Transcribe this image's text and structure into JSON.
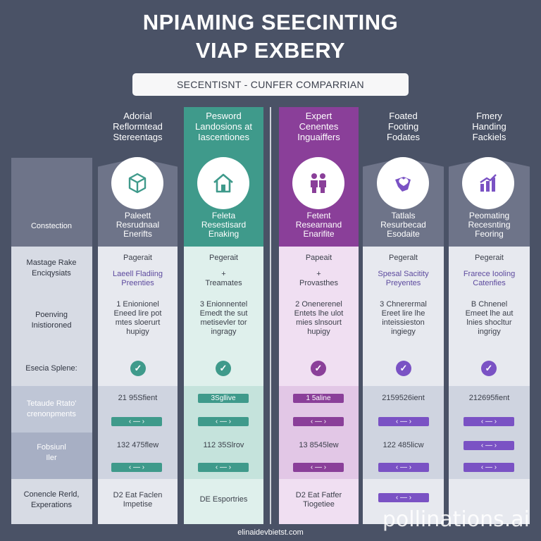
{
  "title_line1": "NPIAMING SEECINTING",
  "title_line2": "VIAP EXBERY",
  "subtitle": "SECENTISNT - CUNFER COMPARRIAN",
  "row_labels": [
    "Constection",
    "Mastage Rake\nEnciqysiats",
    "Poenving\nInistioroned",
    "Esecia Splene:",
    "Tetaude Rtato'\ncrenonpments",
    "Fobsiunl\nIler",
    "Conencle Rerld,\nExperations"
  ],
  "columns": [
    {
      "header": "Adorial\nReflormtead\nStereentags",
      "icon": "box-icon",
      "mid": "Paleett\nResrudnaal\nEnerifts",
      "r1a": "Pagerait",
      "r1b": "Laeell Fladiing\nPreenties",
      "r2": "1 Enionionel\nEneed lire pot\nmtes sloerurt\nhupigy",
      "pill1": "21 95Sfient",
      "pill2": "132 475flew",
      "last": "D2 Eat Faclen\nImpetise"
    },
    {
      "header": "Pesword\nLandosions at\nIascentiones",
      "icon": "house-icon",
      "mid": "Feleta\nResestisard\nEnaking",
      "r1a": "Pegerait",
      "r1b": "+\nTreamates",
      "r2": "3 Enionnentel\nEmedt the sut\nmetisevler tor\ningragy",
      "pill1": "3Sgllive",
      "pill2": "112 35Slrov",
      "last": "DE Esportries"
    },
    {
      "header": "Expert\nCenentes\nInguaiffers",
      "icon": "people-icon",
      "mid": "Fetent\nResearnand\nEnarifite",
      "r1a": "Papeait",
      "r1b": "+\nProvasthes",
      "r2": "2 Onenerenel\nEntets lhe ulot\nmies slnsourt\nhupigy",
      "pill1": "1 5aline",
      "pill2": "13 8545lew",
      "last": "D2 Eat Fatfer\nTiogetiee"
    },
    {
      "header": "Foated\nFooting\nFodates",
      "icon": "heart-hand-icon",
      "mid": "Tatlals\nResurbecad\nEsodaite",
      "r1a": "Pegeralt",
      "r1b": "Spesal Sacitity\nPreyentes",
      "r2": "3 Chnerermal\nEreet lire lhe\ninteissieston\ningiegy",
      "pill1": "2159526ient",
      "pill2": "122 485licw",
      "last": ""
    },
    {
      "header": "Fmery\nHanding\nFackiels",
      "icon": "chart-icon",
      "mid": "Peomating\nRecesnting\nFeoring",
      "r1a": "Pegerait",
      "r1b": "Frarece Iooling\nCatenfies",
      "r2": "B Chnenel\nEmeet lhe aut\nlnies shocltur\ningrigy",
      "pill1": "212695fient",
      "pill2": "",
      "last": ""
    }
  ],
  "footer": "elinaidevbietst.com",
  "watermark": "pollinations.ai",
  "colors": {
    "teal": "#3f9a8b",
    "purple": "#8a3f99",
    "violet": "#7a52c4",
    "background": "#4a5266"
  }
}
